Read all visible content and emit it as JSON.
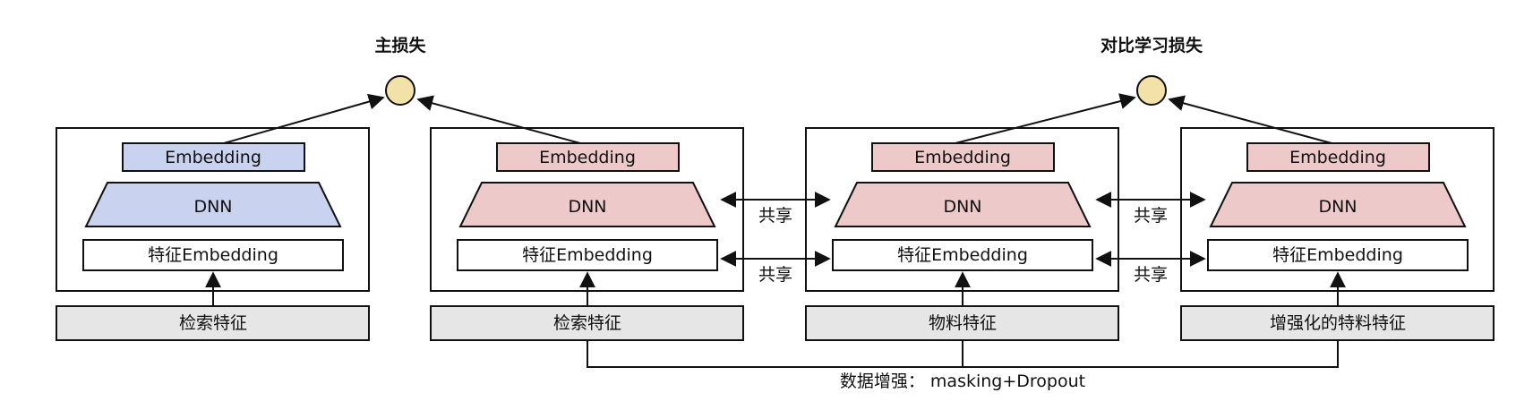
{
  "loss_labels": {
    "main": "主损失",
    "contrastive": "对比学习损失"
  },
  "towers": [
    {
      "embedding": "Embedding",
      "dnn": "DNN",
      "feature_embedding": "特征Embedding",
      "input": "检索特征",
      "color": "#c9d3ef"
    },
    {
      "embedding": "Embedding",
      "dnn": "DNN",
      "feature_embedding": "特征Embedding",
      "input": "检索特征",
      "color": "#edc9c9"
    },
    {
      "embedding": "Embedding",
      "dnn": "DNN",
      "feature_embedding": "特征Embedding",
      "input": "物料特征",
      "color": "#edc9c9"
    },
    {
      "embedding": "Embedding",
      "dnn": "DNN",
      "feature_embedding": "特征Embedding",
      "input": "增强化的特料特征",
      "color": "#edc9c9"
    }
  ],
  "share_labels": [
    "共享",
    "共享",
    "共享",
    "共享"
  ],
  "augmentation_label": "数据增强： masking+Dropout",
  "colors": {
    "loss_node": "#f2e2a8",
    "input_box": "#e6e6e6",
    "stroke": "#111111"
  }
}
